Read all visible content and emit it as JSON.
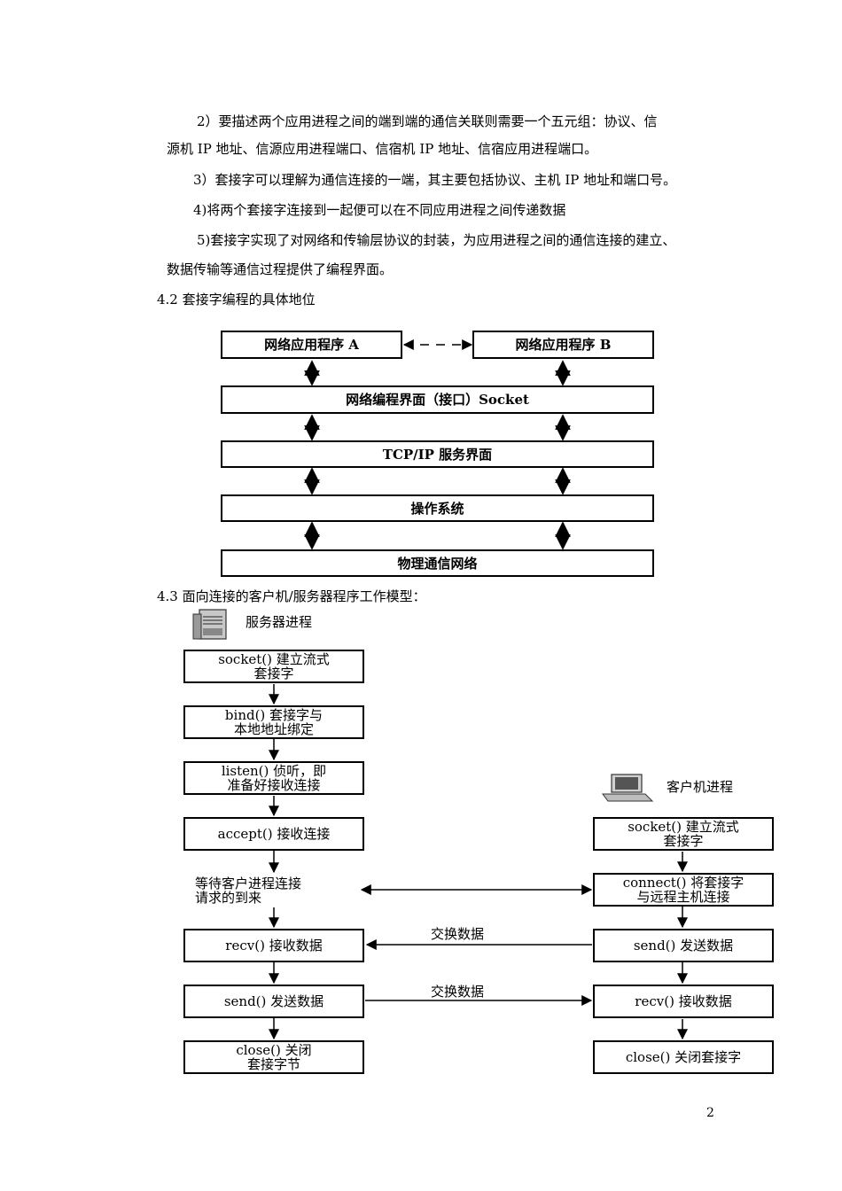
{
  "paragraphs": {
    "p2_line1": "2）要描述两个应用进程之间的端到端的通信关联则需要一个五元组：协议、信",
    "p2_line2": "源机 IP 地址、信源应用进程端口、信宿机 IP 地址、信宿应用进程端口。",
    "p3": "3）套接字可以理解为通信连接的一端，其主要包括协议、主机 IP 地址和端口号。",
    "p4": "4)将两个套接字连接到一起便可以在不同应用进程之间传递数据",
    "p5_line1": "5)套接字实现了对网络和传输层协议的封装，为应用进程之间的通信连接的建立、",
    "p5_line2": "数据传输等通信过程提供了编程界面。"
  },
  "section_4_2": {
    "heading": "4.2 套接字编程的具体地位",
    "app_a": "网络应用程序 A",
    "app_b": "网络应用程序 B",
    "socket_layer": "网络编程界面（接口）Socket",
    "tcpip_layer": "TCP/IP 服务界面",
    "os_layer": "操作系统",
    "network_layer": "物理通信网络"
  },
  "section_4_3": {
    "heading": "4.3  面向连接的客户机/服务器程序工作模型：",
    "server_title": "服务器进程",
    "client_title": "客户机进程",
    "server_steps": {
      "socket_l1": "socket() 建立流式",
      "socket_l2": "套接字",
      "bind_l1": "bind() 套接字与",
      "bind_l2": "本地地址绑定",
      "listen_l1": "listen() 侦听，即",
      "listen_l2": "准备好接收连接",
      "accept": "accept() 接收连接",
      "wait_l1": "等待客户进程连接",
      "wait_l2": "请求的到来",
      "recv": "recv() 接收数据",
      "send": "send() 发送数据",
      "close_l1": "close() 关闭",
      "close_l2": "套接字节"
    },
    "client_steps": {
      "socket_l1": "socket() 建立流式",
      "socket_l2": "套接字",
      "connect_l1": "connect() 将套接字",
      "connect_l2": "与远程主机连接",
      "send": "send() 发送数据",
      "recv": "recv() 接收数据",
      "close": "close() 关闭套接字"
    },
    "exchange_label_1": "交换数据",
    "exchange_label_2": "交换数据"
  },
  "page_number": "2"
}
